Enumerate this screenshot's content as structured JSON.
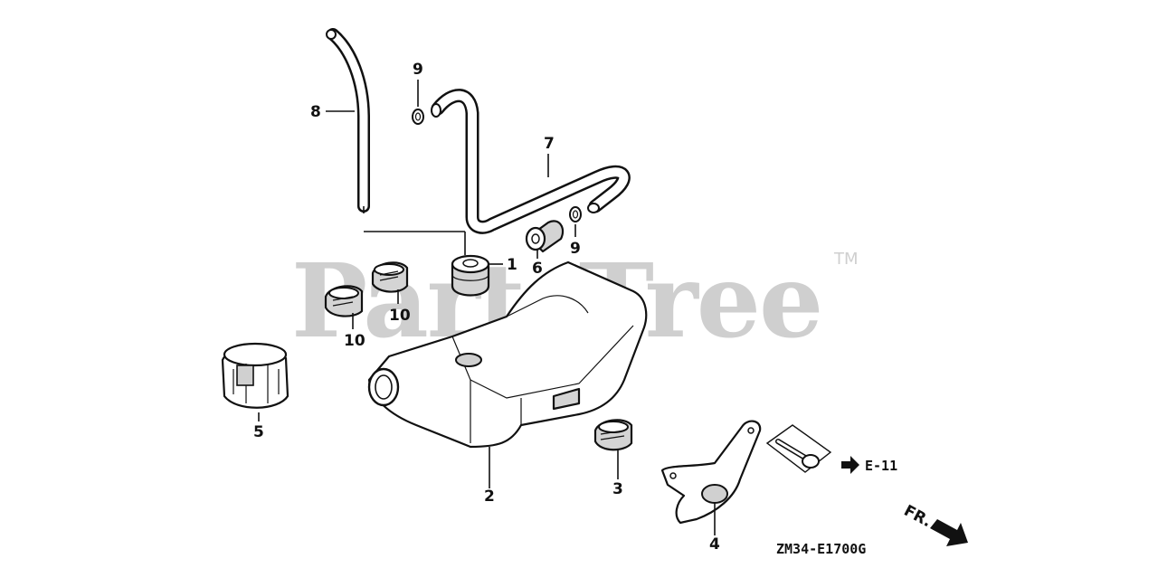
{
  "watermark": {
    "text": "PartsTree",
    "trademark": "TM"
  },
  "diagram_code": "ZM34-E1700G",
  "reference": {
    "label": "E-11"
  },
  "front_label": "FR.",
  "callouts": [
    {
      "id": "1",
      "label": "1"
    },
    {
      "id": "2",
      "label": "2"
    },
    {
      "id": "3",
      "label": "3"
    },
    {
      "id": "4",
      "label": "4"
    },
    {
      "id": "5",
      "label": "5"
    },
    {
      "id": "6",
      "label": "6"
    },
    {
      "id": "7",
      "label": "7"
    },
    {
      "id": "8",
      "label": "8"
    },
    {
      "id": "9a",
      "label": "9"
    },
    {
      "id": "9b",
      "label": "9"
    },
    {
      "id": "10a",
      "label": "10"
    },
    {
      "id": "10b",
      "label": "10"
    }
  ]
}
